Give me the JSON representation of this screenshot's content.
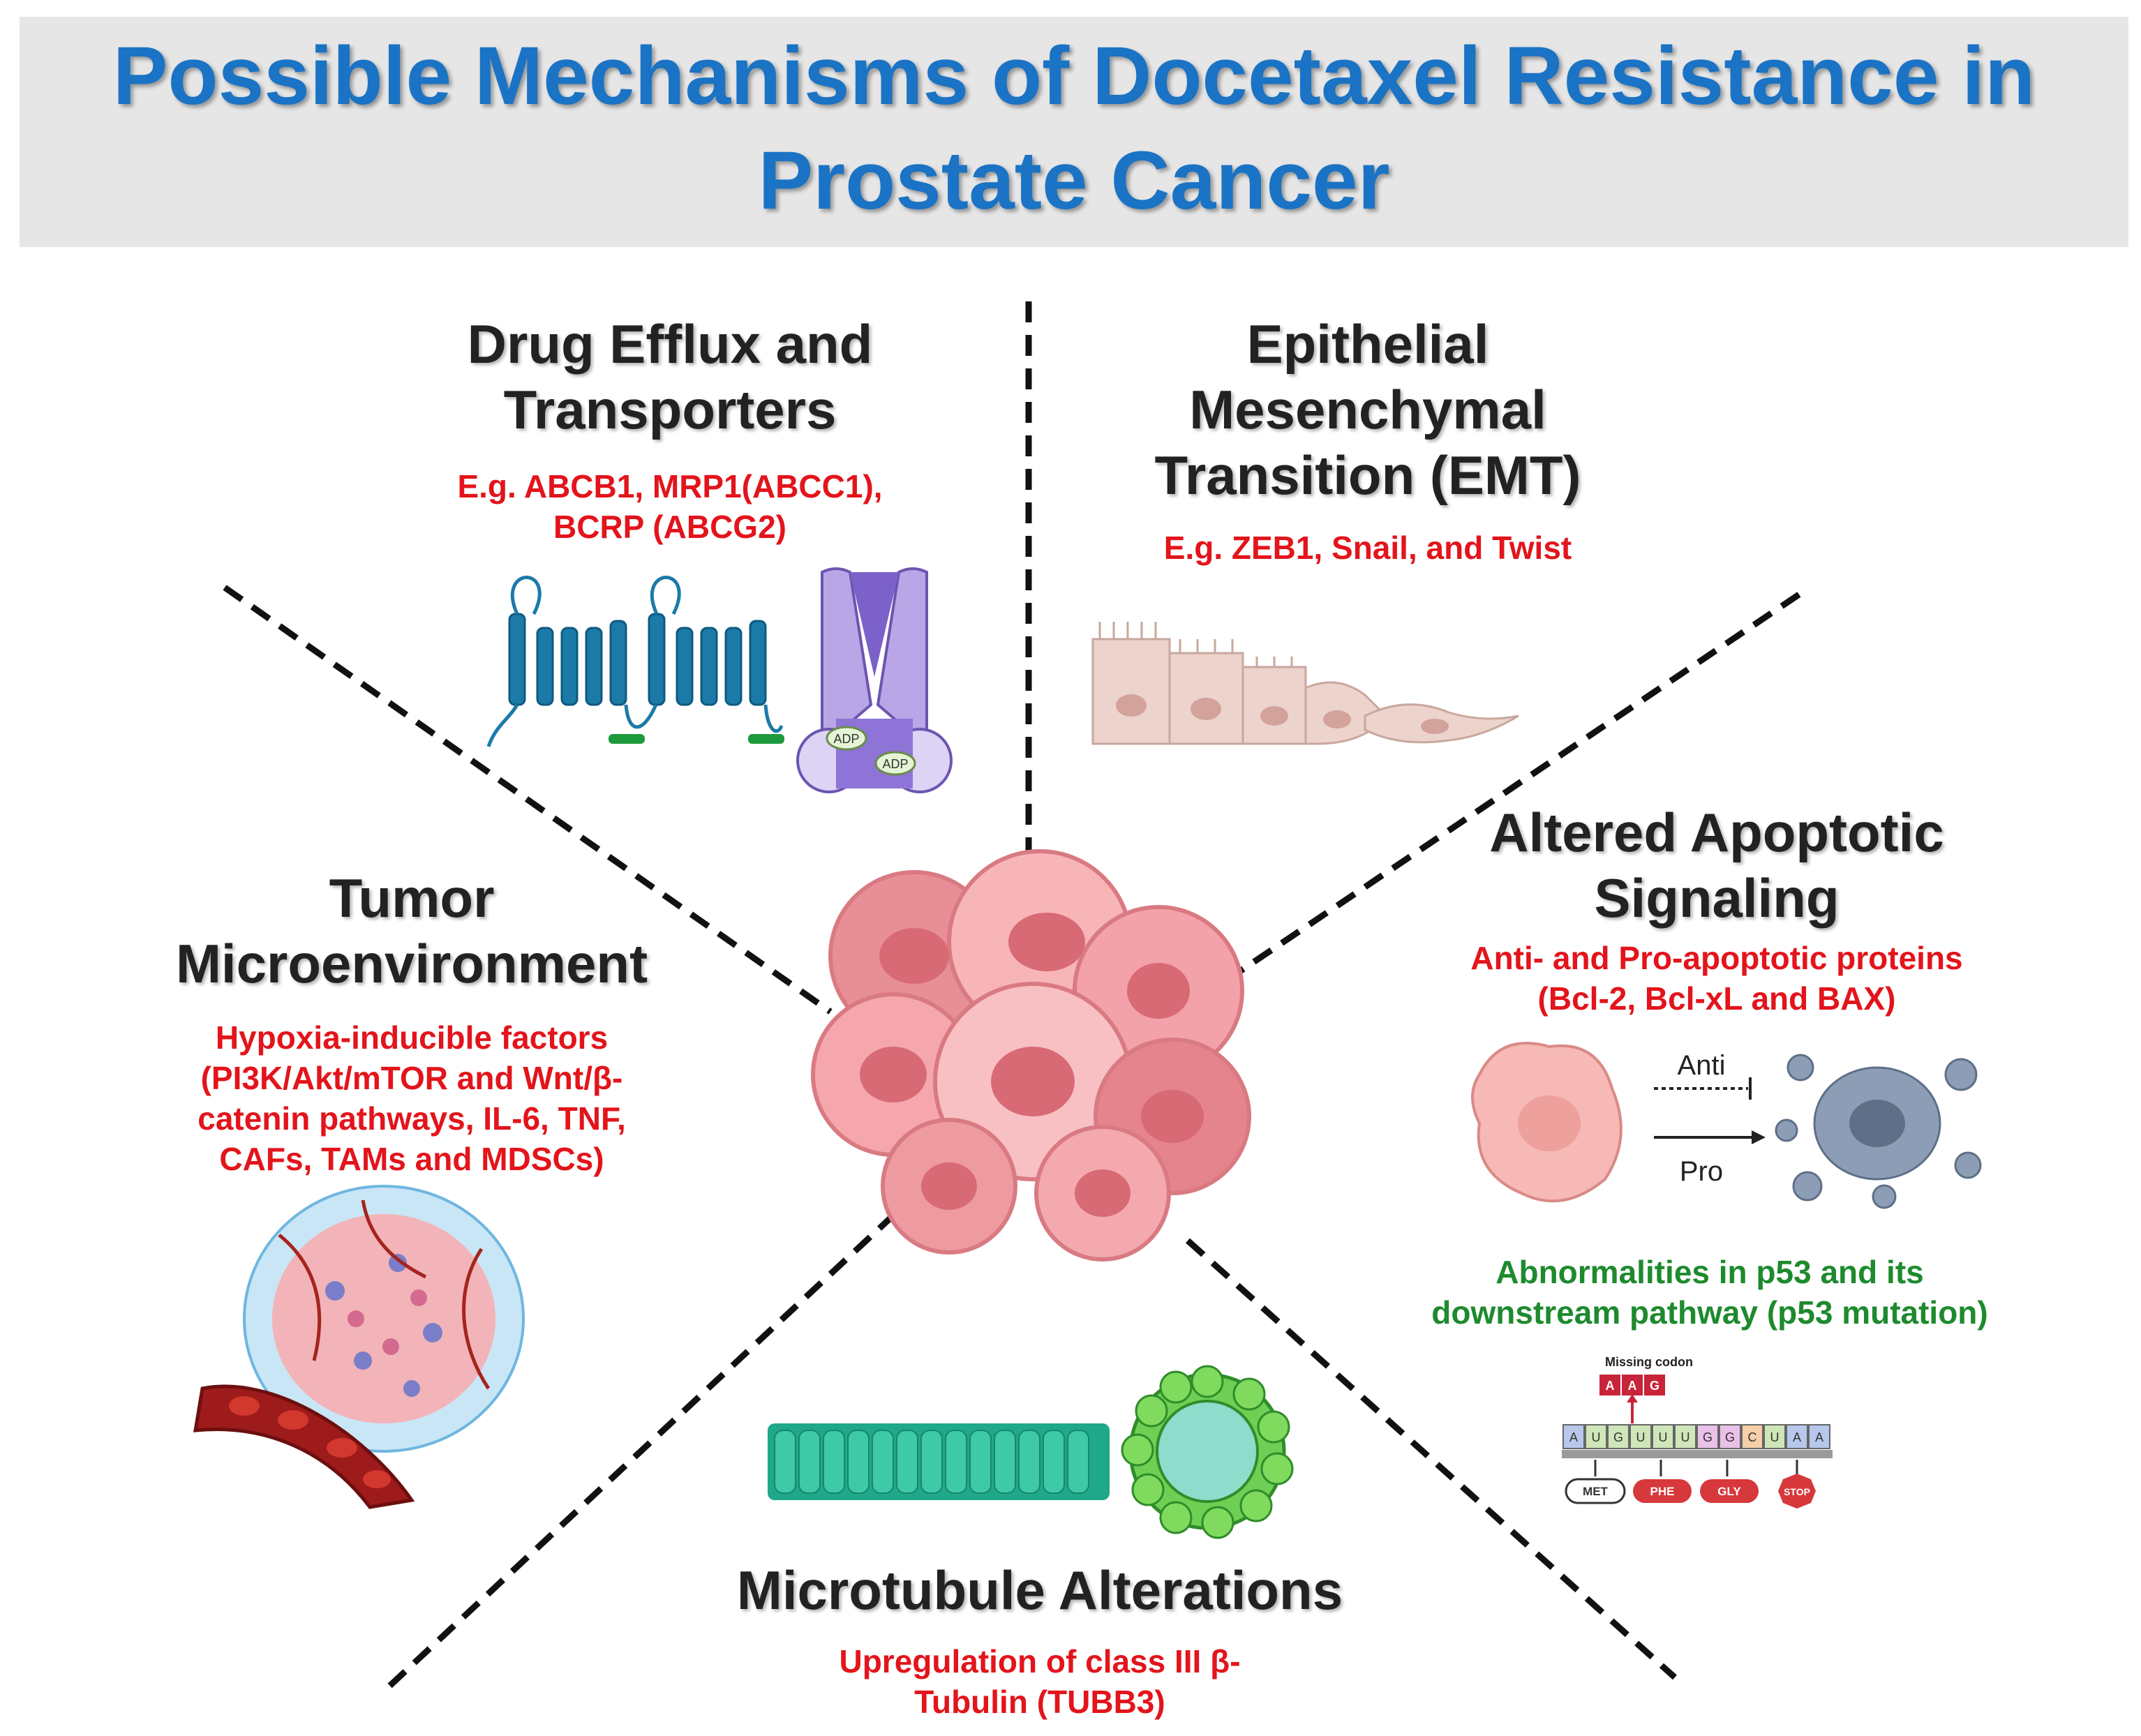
{
  "title": "Possible Mechanisms of Docetaxel Resistance in Prostate Cancer",
  "sections": {
    "drug_efflux": {
      "heading": "Drug Efflux and Transporters",
      "examples": "E.g. ABCB1, MRP1(ABCC1), BCRP (ABCG2)",
      "adp_labels": [
        "ADP",
        "ADP"
      ]
    },
    "emt": {
      "heading": "Epithelial Mesenchymal Transition (EMT)",
      "examples": "E.g. ZEB1, Snail, and Twist"
    },
    "apoptotic": {
      "heading": "Altered Apoptotic Signaling",
      "details": "Anti- and Pro-apoptotic proteins (Bcl-2, Bcl-xL and BAX)",
      "anti_label": "Anti",
      "pro_label": "Pro",
      "p53_text": "Abnormalities in p53 and its downstream pathway (p53 mutation)",
      "missing_codon_label": "Missing codon",
      "missing_codon": [
        "A",
        "A",
        "G"
      ],
      "codons": [
        "A",
        "U",
        "G",
        "U",
        "U",
        "U",
        "G",
        "G",
        "C",
        "U",
        "A",
        "A"
      ],
      "amino_acids": [
        "MET",
        "PHE",
        "GLY",
        "STOP"
      ]
    },
    "tumor_microenvironment": {
      "heading": "Tumor Microenvironment",
      "details": "Hypoxia-inducible factors (PI3K/Akt/mTOR and Wnt/β-catenin pathways, IL-6, TNF, CAFs, TAMs and MDSCs)"
    },
    "microtubule": {
      "heading": "Microtubule Alterations",
      "details": "Upregulation of class III β-Tubulin (TUBB3)"
    }
  },
  "colors": {
    "title": "#1a73c4",
    "title_bar": "#e6e6e6",
    "highlight_red": "#e3141b",
    "highlight_green": "#1e8a2e"
  }
}
